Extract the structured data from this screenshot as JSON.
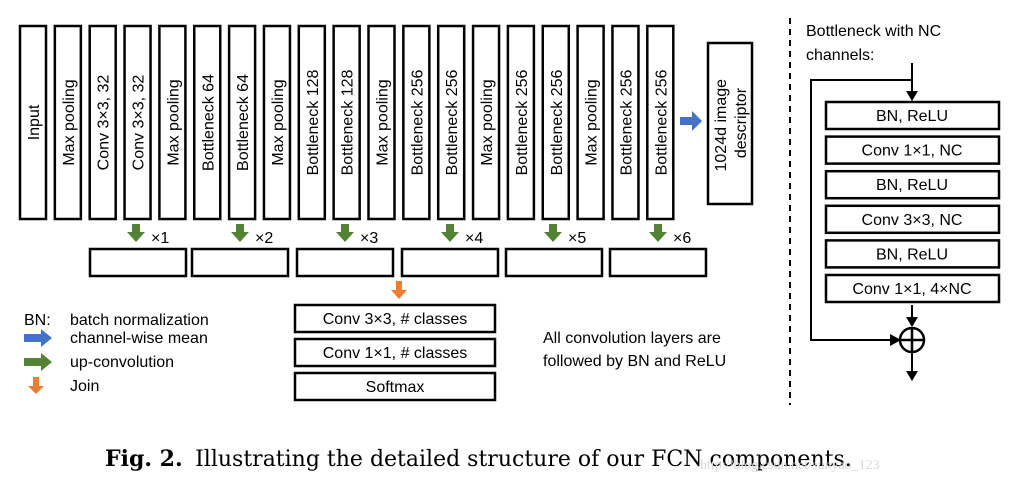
{
  "columns": [
    "Input",
    "Max pooling",
    "Conv 3×3, 32",
    "Conv 3×3, 32",
    "Max pooling",
    "Bottleneck 64",
    "Bottleneck 64",
    "Max pooling",
    "Bottleneck 128",
    "Bottleneck 128",
    "Max pooling",
    "Bottleneck 256",
    "Bottleneck 256",
    "Max pooling",
    "Bottleneck 256",
    "Bottleneck 256",
    "Max pooling",
    "Bottleneck 256",
    "Bottleneck 256"
  ],
  "descriptor": {
    "line1": "1024d image",
    "line2": "descriptor"
  },
  "upconv_labels": [
    "×1",
    "×2",
    "×3",
    "×4",
    "×5",
    "×6"
  ],
  "head_boxes": [
    "Conv 3×3, # classes",
    "Conv 1×1, # classes",
    "Softmax"
  ],
  "legend": {
    "bn_key": "BN:",
    "bn_text": "batch normalization",
    "items": [
      {
        "label": "channel-wise mean",
        "color": "#4472c4"
      },
      {
        "label": "up-convolution",
        "color": "#548235"
      },
      {
        "label": "Join",
        "color": "#ed7d31"
      }
    ]
  },
  "note": {
    "line1": "All convolution layers are",
    "line2": "followed by BN and ReLU"
  },
  "bottleneck": {
    "title_line1": "Bottleneck with NC",
    "title_line2": "channels:",
    "layers": [
      "BN, ReLU",
      "Conv 1×1, NC",
      "BN, ReLU",
      "Conv 3×3, NC",
      "BN, ReLU",
      "Conv 1×1, 4×NC"
    ]
  },
  "caption": {
    "label": "Fig. 2.",
    "text": "Illustrating the detailed structure of our FCN components."
  },
  "watermark": "http://blog.csdn.net/sunyao_123"
}
